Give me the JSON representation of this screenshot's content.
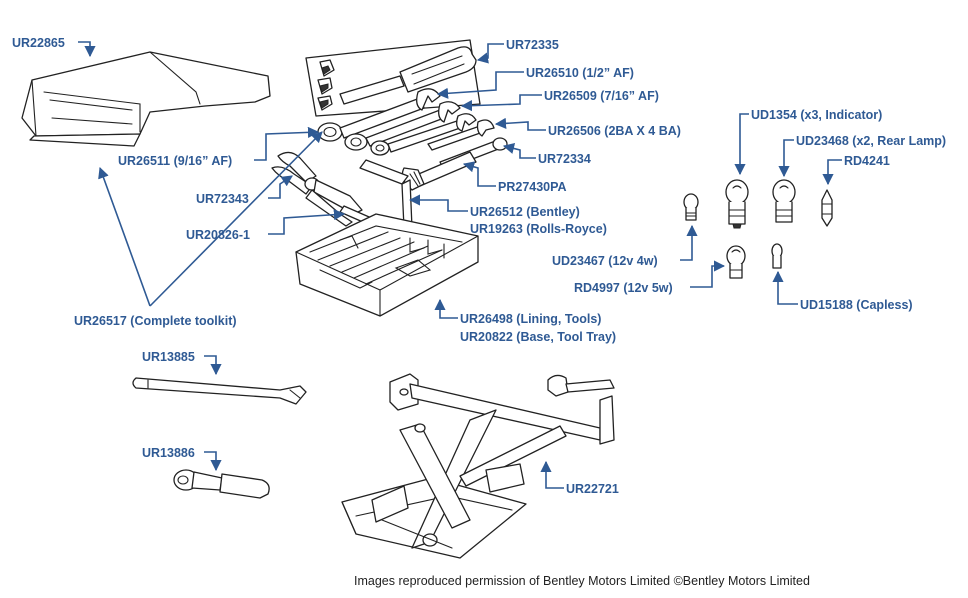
{
  "colors": {
    "label": "#2f5a94",
    "line_art": "#222222",
    "background": "#ffffff"
  },
  "labels": {
    "ur22865": "UR22865",
    "ur72335": "UR72335",
    "ur26510": "UR26510 (1/2” AF)",
    "ur26509": "UR26509 (7/16” AF)",
    "ur26506": "UR26506 (2BA X 4 BA)",
    "ur26511": "UR26511 (9/16” AF)",
    "ur72334": "UR72334",
    "pr27430pa": "PR27430PA",
    "ur72343": "UR72343",
    "ur26512": "UR26512 (Bentley)",
    "ur19263": "UR19263 (Rolls-Royce)",
    "ur20826": "UR20826-1",
    "ur26517": "UR26517 (Complete toolkit)",
    "ur26498": "UR26498 (Lining, Tools)",
    "ur20822": "UR20822 (Base, Tool Tray)",
    "ud1354": "UD1354 (x3, Indicator)",
    "ud23468": "UD23468 (x2, Rear Lamp)",
    "rd4241": "RD4241",
    "ud23467": "UD23467 (12v 4w)",
    "rd4997": "RD4997 (12v 5w)",
    "ud15188": "UD15188 (Capless)",
    "ur13885": "UR13885",
    "ur13886": "UR13886",
    "ur22721": "UR22721"
  },
  "credit": "Images reproduced permission of Bentley Motors Limited ©Bentley Motors Limited"
}
